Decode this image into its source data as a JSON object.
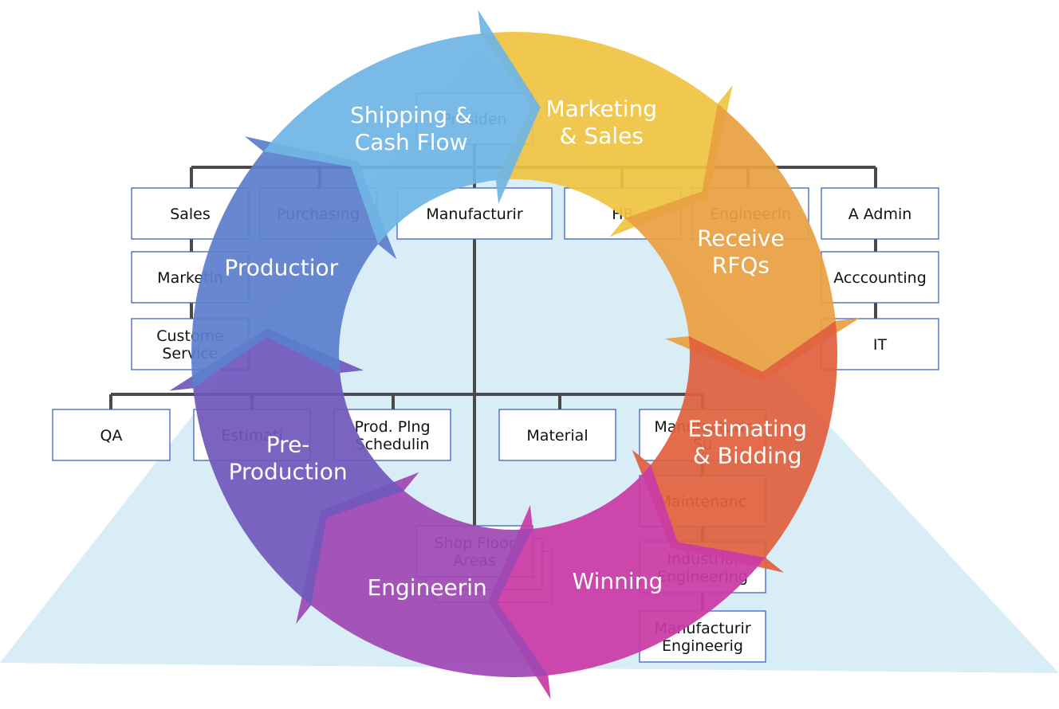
{
  "org_chart": {
    "president": {
      "label": "Presiden"
    },
    "departments": [
      {
        "id": "sales",
        "lines": [
          "Sales"
        ]
      },
      {
        "id": "purchasing",
        "lines": [
          "Purchasing"
        ]
      },
      {
        "id": "manufacturing",
        "lines": [
          "Manufacturir"
        ]
      },
      {
        "id": "hr",
        "lines": [
          "HR"
        ]
      },
      {
        "id": "engineering",
        "lines": [
          "Engineerin"
        ]
      },
      {
        "id": "admin",
        "lines": [
          "A   Admin"
        ]
      },
      {
        "id": "marketing",
        "lines": [
          "Marketin"
        ]
      },
      {
        "id": "customer-service",
        "lines": [
          "Custome",
          "Service"
        ]
      },
      {
        "id": "accounting",
        "lines": [
          "Acccounting"
        ]
      },
      {
        "id": "it",
        "lines": [
          "IT"
        ]
      }
    ],
    "manufacturing_units": [
      {
        "id": "qa",
        "lines": [
          "QA"
        ]
      },
      {
        "id": "estimating",
        "lines": [
          "Estimati"
        ]
      },
      {
        "id": "prod-planning",
        "lines": [
          "Prod. Plng",
          "Schedulin"
        ]
      },
      {
        "id": "material",
        "lines": [
          "Material"
        ]
      },
      {
        "id": "manufacturing-support",
        "lines": [
          "Manufacturir",
          "Su"
        ]
      },
      {
        "id": "shop-floor",
        "lines": [
          "Shop Floor",
          "Areas"
        ]
      },
      {
        "id": "maintenance",
        "lines": [
          "Maintenanc"
        ]
      },
      {
        "id": "industrial-engineering",
        "lines": [
          "Industrial",
          "Engineering"
        ]
      },
      {
        "id": "manufacturing-engineering",
        "lines": [
          "Manufacturir",
          "Engineerig"
        ]
      }
    ]
  },
  "cycle": {
    "segments": [
      {
        "id": "marketing-sales",
        "lines": [
          "Marketing",
          "& Sales"
        ],
        "color": "#efc443"
      },
      {
        "id": "receive-rfqs",
        "lines": [
          "Receive",
          "RFQs"
        ],
        "color": "#eaa042"
      },
      {
        "id": "estimating-bidding",
        "lines": [
          "Estimating",
          "& Bidding"
        ],
        "color": "#e0613e"
      },
      {
        "id": "winning",
        "lines": [
          "Winning"
        ],
        "color": "#ca3aa6"
      },
      {
        "id": "engineering",
        "lines": [
          "Engineerin"
        ],
        "color": "#9f48b3"
      },
      {
        "id": "pre-production",
        "lines": [
          "Pre-",
          "Production"
        ],
        "color": "#7058bb"
      },
      {
        "id": "production",
        "lines": [
          "Productior"
        ],
        "color": "#5b7fcc"
      },
      {
        "id": "shipping-cash-flow",
        "lines": [
          "Shipping &",
          "Cash Flow"
        ],
        "color": "#6fb6e4"
      }
    ]
  },
  "colors": {
    "background_triangle": "#d9edf6",
    "box_border": "#3f62c8",
    "connector": "#4a4a4a"
  }
}
